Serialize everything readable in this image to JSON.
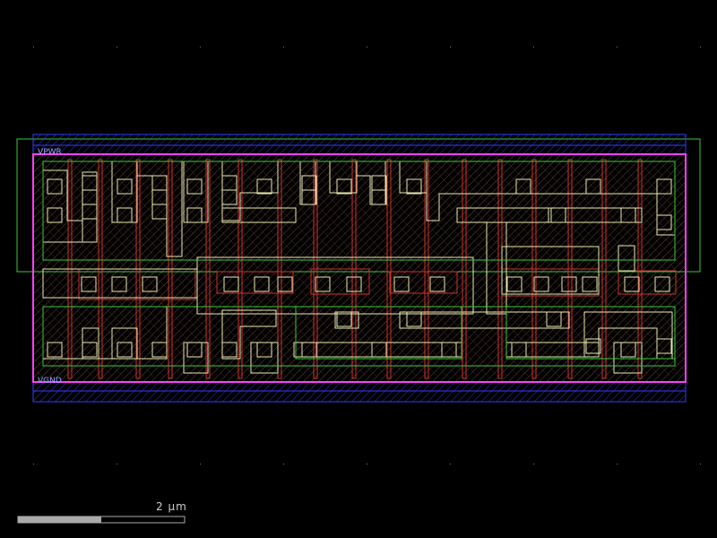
{
  "layout": {
    "labels": {
      "top_pin": "VPWR",
      "bottom_pin": "VGND"
    },
    "scale_bar": {
      "label": "2 μm",
      "fill_fraction": 0.5
    },
    "colors": {
      "background": "#000000",
      "metal_blue": "#3a3aff",
      "poly_red": "#d23030",
      "diff_green": "#3cc83c",
      "li_yellow": "#e8e8b0",
      "boundary_magenta": "#ff40ff"
    }
  }
}
